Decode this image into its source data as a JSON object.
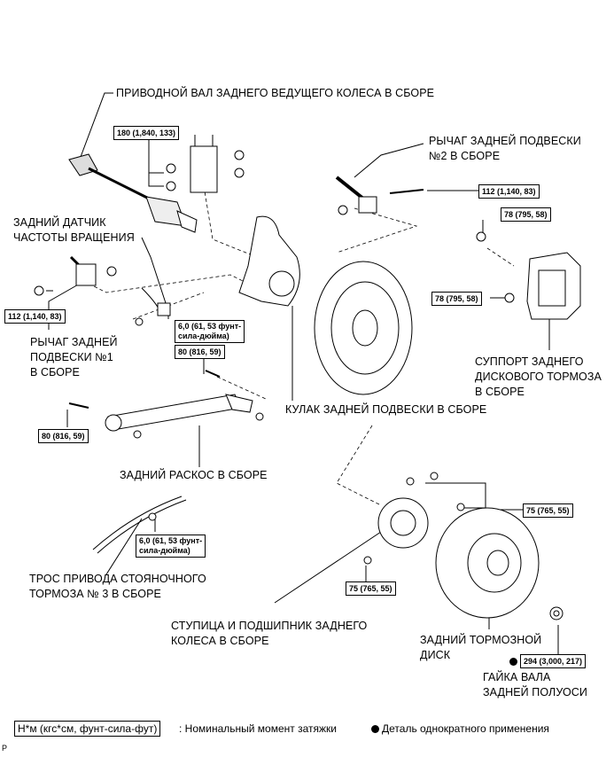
{
  "labels": {
    "driveshaft": "ПРИВОДНОЙ ВАЛ ЗАДНЕГО ВЕДУЩЕГО КОЛЕСА В СБОРЕ",
    "arm2_l1": "РЫЧАГ ЗАДНЕЙ ПОДВЕСКИ",
    "arm2_l2": "№2 В СБОРЕ",
    "speed_sensor_l1": "ЗАДНИЙ ДАТЧИК",
    "speed_sensor_l2": "ЧАСТОТЫ ВРАЩЕНИЯ",
    "arm1_l1": "РЫЧАГ ЗАДНЕЙ",
    "arm1_l2": "ПОДВЕСКИ №1",
    "arm1_l3": "В СБОРЕ",
    "caliper_l1": "СУППОРТ ЗАДНЕГО",
    "caliper_l2": "ДИСКОВОГО ТОРМОЗА",
    "caliper_l3": "В СБОРЕ",
    "knuckle": "КУЛАК ЗАДНЕЙ ПОДВЕСКИ В СБОРЕ",
    "strut_rod": "ЗАДНИЙ РАСКОС В СБОРЕ",
    "cable_l1": "ТРОС ПРИВОДА СТОЯНОЧНОГО",
    "cable_l2": "ТОРМОЗА № 3 В СБОРЕ",
    "hub_l1": "СТУПИЦА И ПОДШИПНИК ЗАДНЕГО",
    "hub_l2": "КОЛЕСА В СБОРЕ",
    "disc_l1": "ЗАДНИЙ ТОРМОЗНОЙ",
    "disc_l2": "ДИСК",
    "nut_l1": "ГАЙКА ВАЛА",
    "nut_l2": "ЗАДНЕЙ ПОЛУОСИ"
  },
  "torques": {
    "t180": "180 (1,840, 133)",
    "t112_right": "112 (1,140, 83)",
    "t78_top": "78 (795, 58)",
    "t78_mid": "78 (795, 58)",
    "t112_left": "112 (1,140, 83)",
    "t6_sensor_l1": "6,0 (61, 53 фунт-",
    "t6_sensor_l2": "сила-дюйма)",
    "t80_upper": "80 (816, 59)",
    "t80_lower": "80 (816, 59)",
    "t75_right": "75 (765, 55)",
    "t6_cable_l1": "6,0 (61, 53 фунт-",
    "t6_cable_l2": "сила-дюйма)",
    "t75_left": "75 (765, 55)",
    "t294": "294 (3,000, 217)"
  },
  "legend": {
    "units_box": "Н*м (кгс*см, фунт-сила-фут)",
    "units_text": ": Номинальный момент затяжки",
    "single_use": "Деталь однократного применения"
  },
  "corner_mark": "P"
}
